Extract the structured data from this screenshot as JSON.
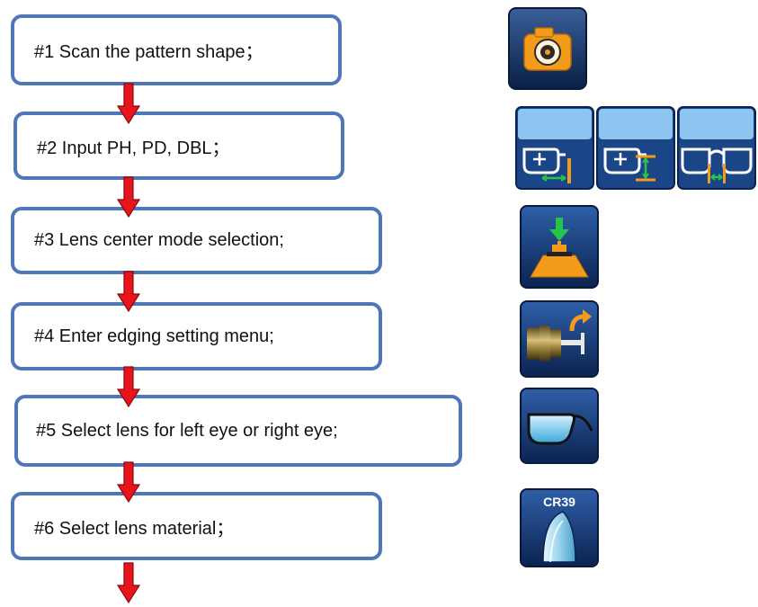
{
  "steps": [
    {
      "label": "#1 Scan the pattern shape；"
    },
    {
      "label": "#2 Input PH, PD, DBL；"
    },
    {
      "label": "#3 Lens center mode selection;"
    },
    {
      "label": "#4 Enter edging setting menu;"
    },
    {
      "label": "#5 Select lens for left eye or right eye;"
    },
    {
      "label": "#6 Select lens material；"
    }
  ],
  "icons": {
    "scan": "camera-icon",
    "input": [
      "ph-measure-icon",
      "pd-measure-icon",
      "dbl-measure-icon"
    ],
    "center_mode": "lens-center-icon",
    "edging": "edging-settings-icon",
    "eye_select": "glasses-lens-icon",
    "material": {
      "name": "lens-material-icon",
      "badge": "CR39"
    }
  },
  "colors": {
    "box_border": "#4f76b8",
    "arrow_fill": "#e8141b",
    "icon_bg_dark": "#0d2a5a",
    "icon_bg_mid": "#1f4f96",
    "icon_orange": "#f39c1b",
    "icon_green": "#27c34a"
  }
}
